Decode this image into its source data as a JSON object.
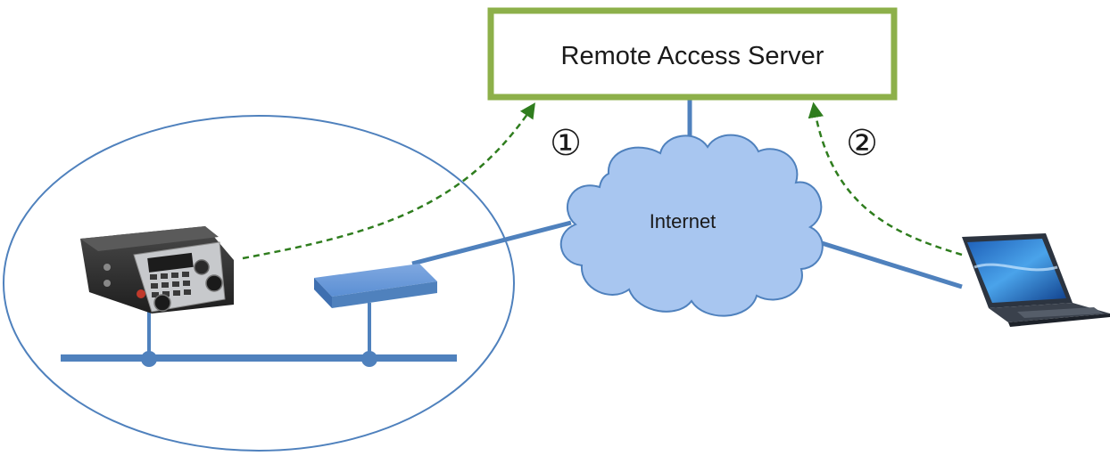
{
  "server": {
    "label": "Remote Access Server",
    "border_color": "#8db04a"
  },
  "cloud": {
    "label": "Internet",
    "fill_color": "#a8c6f0",
    "stroke_color": "#4f81bd"
  },
  "steps": {
    "step1": "①",
    "step2": "②"
  },
  "colors": {
    "link": "#4f81bd",
    "dashed_path": "#2f7d1e",
    "lan_ellipse": "#4f81bd",
    "switch": "#4f81bd"
  },
  "icons": {
    "recorder": "audio-recorder-icon",
    "switch": "network-switch-icon",
    "laptop": "laptop-icon"
  }
}
